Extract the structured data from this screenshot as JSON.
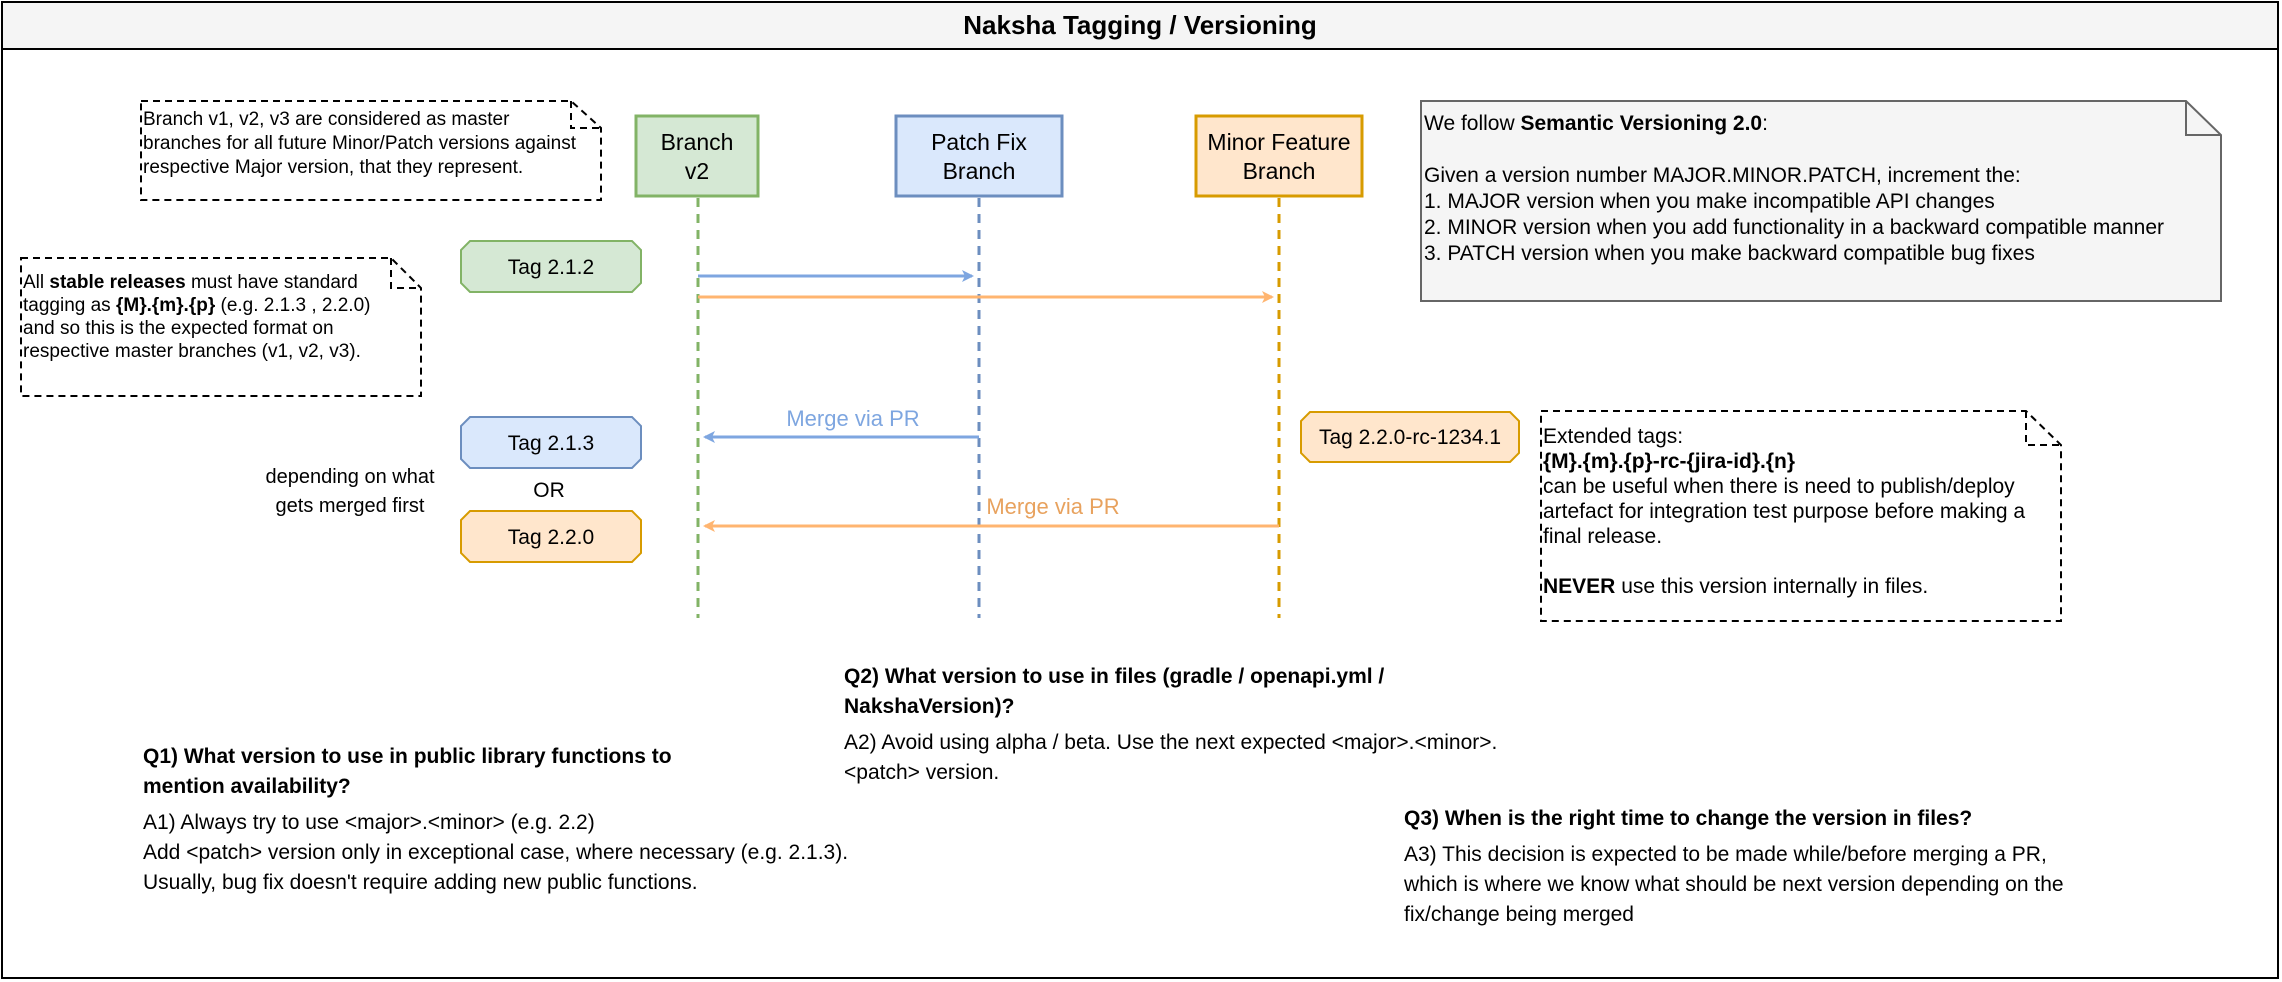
{
  "title": "Naksha Tagging / Versioning",
  "lifelines": [
    {
      "id": "v2",
      "lines": [
        "Branch",
        "v2"
      ],
      "fill": "#d5e8d4",
      "stroke": "#82b366",
      "line": "#82b366"
    },
    {
      "id": "patch",
      "lines": [
        "Patch Fix",
        "Branch"
      ],
      "fill": "#dae8fc",
      "stroke": "#6c8ebf",
      "line": "#6c8ebf"
    },
    {
      "id": "minor",
      "lines": [
        "Minor Feature",
        "Branch"
      ],
      "fill": "#ffe6cc",
      "stroke": "#d79b00",
      "line": "#d79b00"
    }
  ],
  "tags": {
    "t212": {
      "label": "Tag 2.1.2",
      "fill": "#d5e8d4",
      "stroke": "#82b366"
    },
    "t213": {
      "label": "Tag 2.1.3",
      "fill": "#dae8fc",
      "stroke": "#6c8ebf"
    },
    "t220": {
      "label": "Tag 2.2.0",
      "fill": "#ffe6cc",
      "stroke": "#d79b00"
    },
    "trc": {
      "label": "Tag 2.2.0-rc-1234.1",
      "fill": "#ffe6cc",
      "stroke": "#d79b00"
    }
  },
  "arrows": {
    "blue_color": "#7ea6e0",
    "orange_color": "#ffb570",
    "merge_blue_label": "Merge via PR",
    "merge_orange_label": "Merge via PR"
  },
  "or_label": "OR",
  "depending_label": [
    "depending on what",
    "gets merged first"
  ],
  "note_branches": [
    "Branch v1, v2, v3 are considered as master",
    "branches for all future Minor/Patch versions against",
    "respective Major version, that they represent."
  ],
  "note_stable": {
    "l1_pre": "All ",
    "l1_bold": "stable releases",
    "l1_post": " must have standard",
    "l2_pre": "tagging as ",
    "l2_bold": "{M}.{m}.{p}",
    "l2_post": " (e.g. 2.1.3 , 2.2.0)",
    "l3": "and so this is the expected format on",
    "l4": "respective master branches (v1, v2, v3)."
  },
  "semver": {
    "l1_pre": "We follow ",
    "l1_bold": "Semantic Versioning 2.0",
    "l1_post": ":",
    "l2": "Given a version number MAJOR.MINOR.PATCH, increment the:",
    "l3": "1. MAJOR version when you make incompatible API changes",
    "l4": "2. MINOR version when you add functionality in a backward compatible manner",
    "l5": "3. PATCH version when you make backward compatible bug fixes"
  },
  "extended": {
    "l1": "Extended tags:",
    "l2": "{M}.{m}.{p}-rc-{jira-id}.{n}",
    "l3": "can be useful when there is need to publish/deploy",
    "l4": "artefact for integration test purpose before making a",
    "l5": "final release.",
    "l6_bold": "NEVER",
    "l6_post": " use this version internally in files."
  },
  "q1": {
    "q": [
      "Q1) What version to use in public library functions to",
      "mention availability?"
    ],
    "a": [
      "A1) Always try to use <major>.<minor> (e.g. 2.2)",
      "Add <patch> version only in exceptional case, where necessary (e.g. 2.1.3).",
      "Usually, bug fix doesn't require adding new public functions."
    ]
  },
  "q2": {
    "q": [
      "Q2) What version to use in files (gradle / openapi.yml /",
      "NakshaVersion)?"
    ],
    "a": [
      "A2) Avoid using alpha / beta. Use the next expected <major>.<minor>.",
      "<patch> version."
    ]
  },
  "q3": {
    "q": [
      "Q3) When is the right time to change the version in files?"
    ],
    "a": [
      "A3) This decision is expected to be made while/before merging a PR,",
      "which is where we know what should be next version depending on the",
      "fix/change being merged"
    ]
  }
}
